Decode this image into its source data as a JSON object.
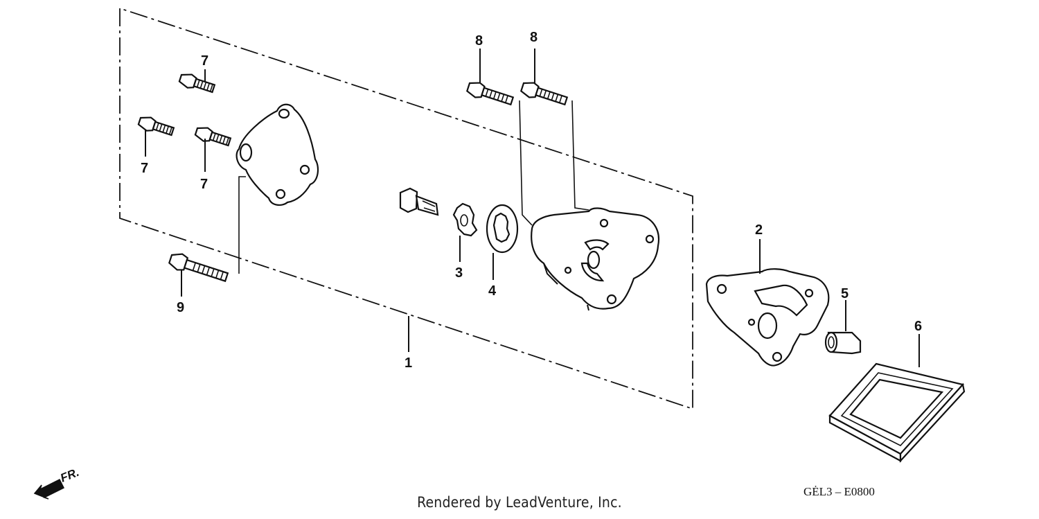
{
  "callouts": {
    "p1": "1",
    "p2": "2",
    "p3": "3",
    "p4": "4",
    "p5": "5",
    "p6": "6",
    "p7a": "7",
    "p7b": "7",
    "p7c": "7",
    "p8a": "8",
    "p8b": "8",
    "p9": "9"
  },
  "front_arrow": {
    "label": "FR."
  },
  "footer": {
    "rendered_by": "Rendered by LeadVenture, Inc."
  },
  "drawing_code": "GĖL3 – E0800",
  "icons": {
    "front": "front-direction-arrow-icon"
  }
}
